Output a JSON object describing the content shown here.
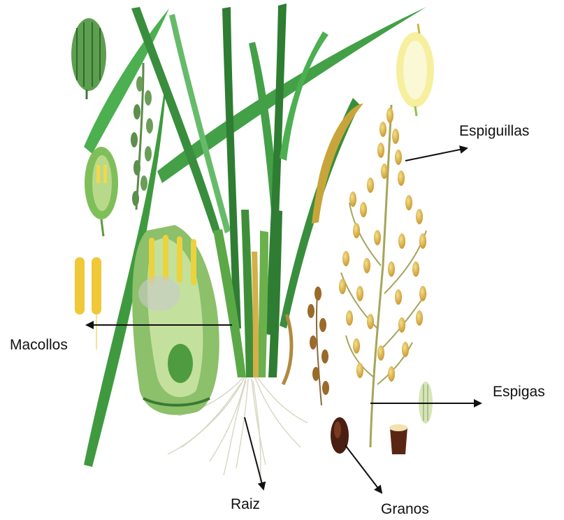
{
  "labels": {
    "espiguillas": "Espiguillas",
    "macollos": "Macollos",
    "espigas": "Espigas",
    "raiz": "Raiz",
    "granos": "Granos"
  },
  "colors": {
    "leaf_dark": "#2f8a34",
    "leaf_mid": "#4caf50",
    "leaf_light": "#8bc34a",
    "grain_gold": "#d9b44a",
    "grain_brown": "#8a5a2b",
    "hull_dark": "#4a1f12",
    "root": "#d8d8c8",
    "arrow": "#111111"
  }
}
